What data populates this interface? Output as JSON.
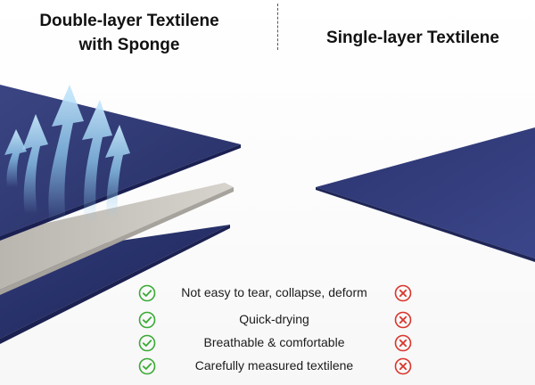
{
  "left_title": {
    "line1": "Double-layer Textilene",
    "line2": "with Sponge"
  },
  "right_title": "Single-layer Textilene",
  "icons": {
    "left_layers": "double-layer-fabric-with-sponge",
    "airflow": "airflow-arrows",
    "right_layer": "single-layer-fabric",
    "check": "green-check-circle",
    "cross": "red-x-circle"
  },
  "colors": {
    "navy": "#2c3570",
    "sponge": "#c7c3bd",
    "check_green": "#3aaa35",
    "cross_red": "#d9352c",
    "arrow_blue": "#8ecbf0"
  },
  "features": [
    {
      "text": "Not easy to tear, collapse, deform",
      "left": "check",
      "right": "cross"
    },
    {
      "text": "Quick-drying",
      "left": "check",
      "right": "cross"
    },
    {
      "text": "Breathable & comfortable",
      "left": "check",
      "right": "cross"
    },
    {
      "text": "Carefully measured textilene",
      "left": "check",
      "right": "cross"
    }
  ]
}
